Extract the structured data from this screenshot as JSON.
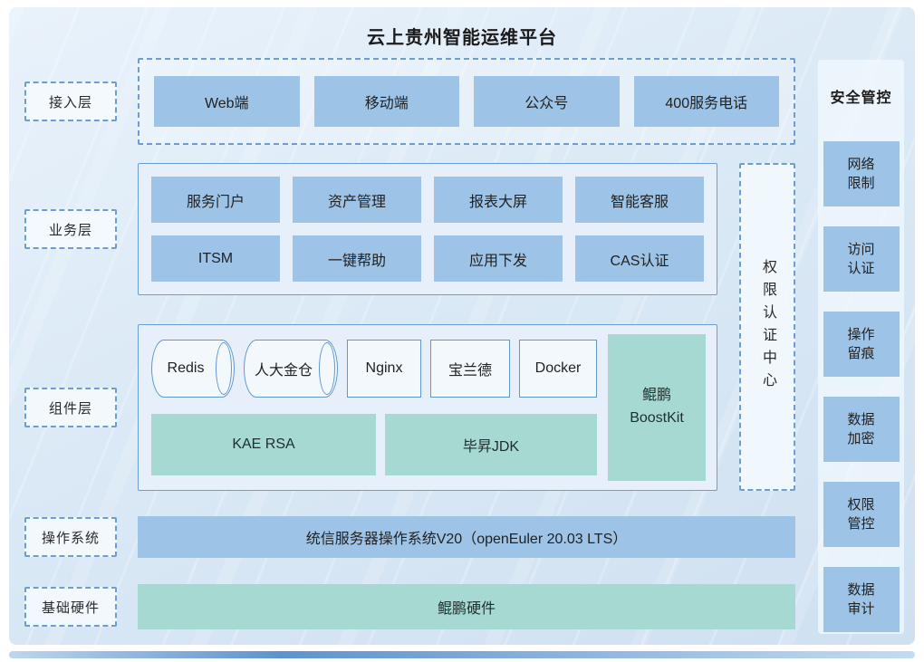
{
  "title": "云上贵州智能运维平台",
  "left_labels": {
    "access": "接入层",
    "business": "业务层",
    "component": "组件层",
    "os": "操作系统",
    "hardware": "基础硬件"
  },
  "access_row": {
    "items": [
      "Web端",
      "移动端",
      "公众号",
      "400服务电话"
    ]
  },
  "business_grid": {
    "row1": [
      "服务门户",
      "资产管理",
      "报表大屏",
      "智能客服"
    ],
    "row2": [
      "ITSM",
      "一键帮助",
      "应用下发",
      "CAS认证"
    ]
  },
  "auth_center": {
    "label": "权限认证中心"
  },
  "component_area": {
    "cylinders": [
      "Redis",
      "人大金仓"
    ],
    "plain_boxes": [
      "Nginx",
      "宝兰德",
      "Docker"
    ],
    "boostkit": "鲲鹏\nBoostKit",
    "teal_boxes": [
      "KAE RSA",
      "毕昇JDK"
    ]
  },
  "os_row": {
    "label": "统信服务器操作系统V20（openEuler 20.03 LTS）"
  },
  "hardware_row": {
    "label": "鲲鹏硬件"
  },
  "security_panel": {
    "title": "安全管控",
    "items": [
      "网络\n限制",
      "访问\n认证",
      "操作\n留痕",
      "数据\n加密",
      "权限\n管控",
      "数据\n审计"
    ]
  },
  "colors": {
    "blue_box": "#9dc3e6",
    "teal_box": "#a6d9d1",
    "border_blue": "#6b9fd4",
    "background_top": "#e9f2fb",
    "background_bottom": "#cfe0f1"
  }
}
